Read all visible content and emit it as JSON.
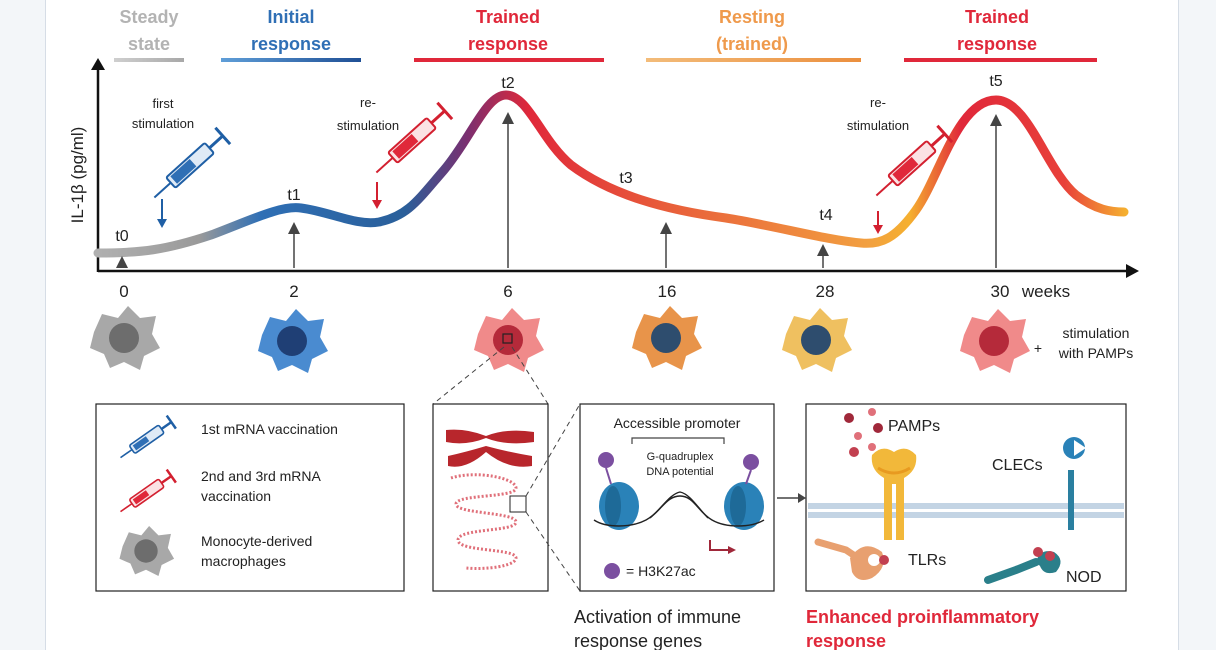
{
  "phases": [
    {
      "line1": "Steady",
      "line2": "state",
      "color": "#b3b3b3"
    },
    {
      "line1": "Initial",
      "line2": "response",
      "color": "#2f6fb5"
    },
    {
      "line1": "Trained",
      "line2": "response",
      "color": "#e0283a"
    },
    {
      "line1": "Resting",
      "line2": "(trained)",
      "color": "#f0a050"
    },
    {
      "line1": "Trained",
      "line2": "response",
      "color": "#e0283a"
    }
  ],
  "axis": {
    "ylabel": "IL-1β (pg/ml)",
    "weeks_unit": "weeks"
  },
  "timepoints": [
    {
      "label": "t0",
      "week": "0"
    },
    {
      "label": "t1",
      "week": "2"
    },
    {
      "label": "t2",
      "week": "6"
    },
    {
      "label": "t3",
      "week": "16"
    },
    {
      "label": "t4",
      "week": "28"
    },
    {
      "label": "t5",
      "week": "30"
    }
  ],
  "stimulation": {
    "first_line1": "first",
    "first_line2": "stimulation",
    "re_line1": "re-",
    "re_line2": "stimulation"
  },
  "pamps_note": {
    "plus": "+",
    "line1": "stimulation",
    "line2": "with PAMPs"
  },
  "legend": {
    "item1": "1st mRNA vaccination",
    "item2_line1": "2nd and 3rd mRNA",
    "item2_line2": "vaccination",
    "item3_line1": "Monocyte-derived",
    "item3_line2": "macrophages"
  },
  "promoter": {
    "title": "Accessible promoter",
    "gq_line1": "G-quadruplex",
    "gq_line2": "DNA potential",
    "mark": "= H3K27ac"
  },
  "receptors": {
    "pamps": "PAMPs",
    "clecs": "CLECs",
    "tlrs": "TLRs",
    "nod": "NOD"
  },
  "captions": {
    "activation_line1": "Activation of immune",
    "activation_line2": "response genes",
    "enhanced_line1": "Enhanced proinflammatory",
    "enhanced_line2": "response"
  },
  "colors": {
    "grey": "#9a9a9a",
    "blue": "#2f6fb5",
    "red": "#e0283a",
    "orange": "#f0a050",
    "purple": "#7b4fa0",
    "teal": "#2a7f8a",
    "nucleosome": "#2a82b8",
    "pink": "#f08080"
  }
}
